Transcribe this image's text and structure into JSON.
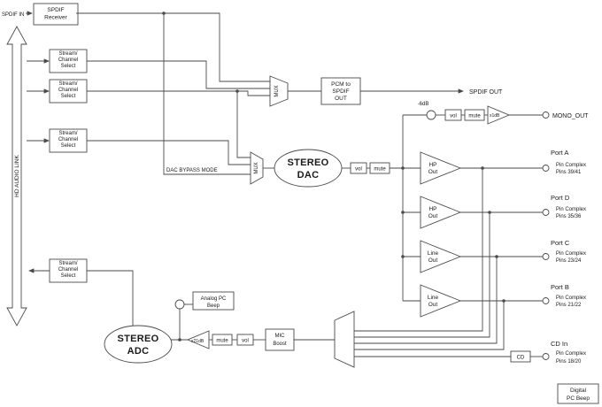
{
  "labels": {
    "spdif_in": "SPDIF IN",
    "spdif_out": "SPDIF OUT",
    "mono_out": "MONO_OUT",
    "hd_audio_link": "HD AUDIO LINK",
    "dac_bypass": "DAC BYPASS MODE",
    "mono_sum_gain": "-6dB",
    "mono_amp_gain": "x1dB",
    "adc_amp_gain": "x21dB",
    "mux": "MUX",
    "vol": "vol",
    "mute": "mute",
    "cd": "CD"
  },
  "blocks": {
    "spdif_receiver": [
      "SPDIF",
      "Receiver"
    ],
    "stream_select": [
      "Stream/",
      "Channel",
      "Select"
    ],
    "pcm_to_spdif": [
      "PCM to",
      "SPDIF",
      "OUT"
    ],
    "stereo_dac": [
      "STEREO",
      "DAC"
    ],
    "stereo_adc": [
      "STEREO",
      "ADC"
    ],
    "hp_out": [
      "HP",
      "Out"
    ],
    "line_out": [
      "Line",
      "Out"
    ],
    "mic_boost": [
      "MIC",
      "Boost"
    ],
    "analog_pc_beep": [
      "Analog PC",
      "Beep"
    ],
    "digital_pc_beep": [
      "Digital",
      "PC Beep"
    ]
  },
  "ports": [
    {
      "name": "Port A",
      "complex": "Pin Complex",
      "pins": "Pins 39/41"
    },
    {
      "name": "Port D",
      "complex": "Pin Complex",
      "pins": "Pins 35/36"
    },
    {
      "name": "Port C",
      "complex": "Pin Complex",
      "pins": "Pins 23/24"
    },
    {
      "name": "Port B",
      "complex": "Pin Complex",
      "pins": "Pins 21/22"
    },
    {
      "name": "CD In",
      "complex": "Pin Complex",
      "pins": "Pins 18/20"
    }
  ],
  "colors": {
    "wire": "#4a4a4a",
    "background": "#ffffff",
    "text": "#1a1a1a"
  }
}
